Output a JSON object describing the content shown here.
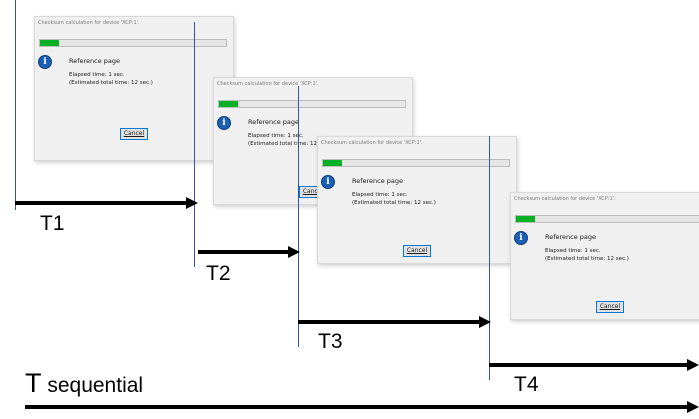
{
  "dialogs": [
    {
      "title": "Checksum calculation for device 'XCP:1'.",
      "page": "Reference page",
      "elapsed": "Elapsed time: 1 sec.",
      "estimated": "(Estimated total time: 12 sec.)",
      "cancel": "Cancel",
      "progress": 0.1
    },
    {
      "title": "Checksum calculation for device 'XCP:1'.",
      "page": "Reference page",
      "elapsed": "Elapsed time: 1 sec.",
      "estimated": "(Estimated total time: 12 sec.)",
      "cancel": "Cancel",
      "progress": 0.1
    },
    {
      "title": "Checksum calculation for device 'XCP:1'.",
      "page": "Reference page",
      "elapsed": "Elapsed time: 1 sec.",
      "estimated": "(Estimated total time: 12 sec.)",
      "cancel": "Cancel",
      "progress": 0.1
    },
    {
      "title": "Checksum calculation for device 'XCP:1'.",
      "page": "Reference page",
      "elapsed": "Elapsed time: 1 sec.",
      "estimated": "(Estimated total time: 12 sec.)",
      "cancel": "Cancel",
      "progress": 0.1
    }
  ],
  "timeline": {
    "t1": "T1",
    "t2": "T2",
    "t3": "T3",
    "t4": "T4",
    "sequential_t": "T",
    "sequential_word": " sequential"
  },
  "colors": {
    "progress_fill": "#06b025",
    "info_icon": "#1c5fb3",
    "marker_line": "#3355aa",
    "arrow": "#000000"
  },
  "icons": {
    "info": "information-icon"
  }
}
